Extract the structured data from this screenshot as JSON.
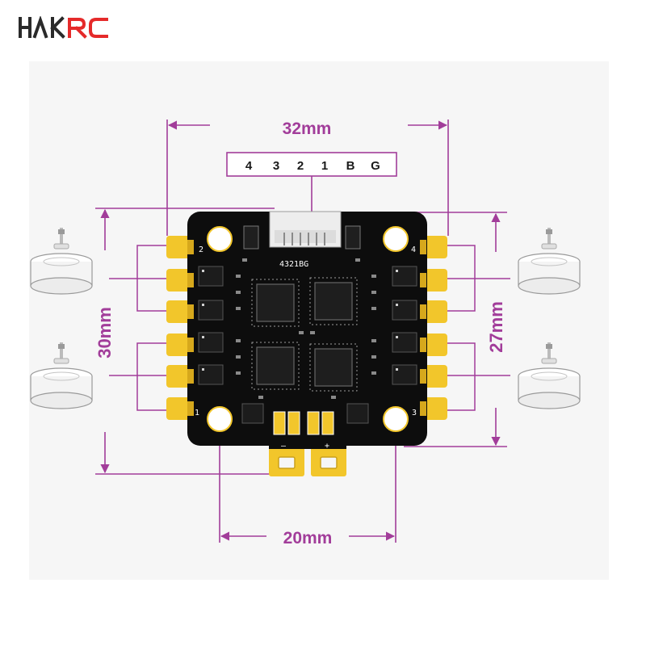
{
  "brand": {
    "name": "HAKRC",
    "color": "#e52a2a"
  },
  "colors": {
    "dimension": "#a23d9a",
    "board": "#0d0d0d",
    "pad": "#f2c62b"
  },
  "dimensions": {
    "top_width": "32mm",
    "bottom_width": "20mm",
    "left_height": "30mm",
    "right_height": "27mm"
  },
  "connector": {
    "pins": [
      "4",
      "3",
      "2",
      "1",
      "B",
      "G"
    ],
    "silkscreen": "4321BG"
  },
  "board": {
    "corner_labels": {
      "top_left": "2",
      "top_right": "4",
      "bottom_left": "1",
      "bottom_right": "3"
    },
    "power": {
      "negative": "—",
      "positive": "+"
    }
  },
  "motors": {
    "count": 4
  }
}
